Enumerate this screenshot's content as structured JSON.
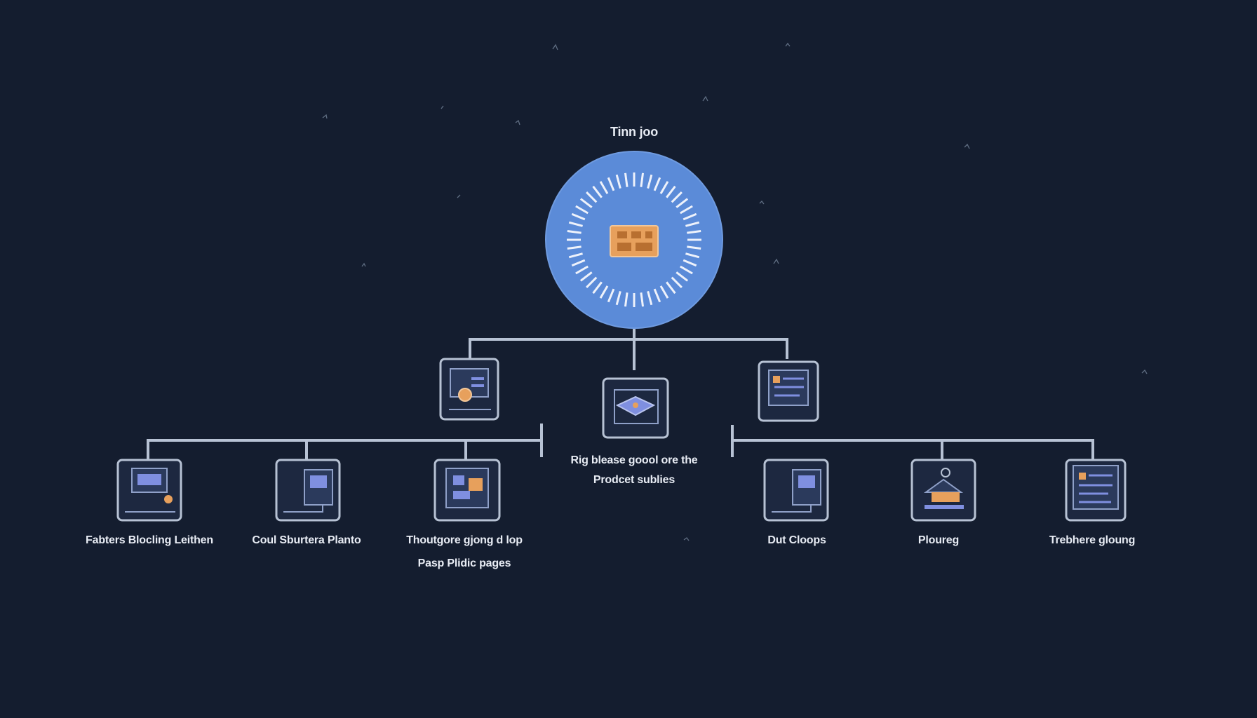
{
  "root": {
    "title": "Tinn joo",
    "icon": "gear-chip-icon"
  },
  "center": {
    "line1": "Rig blease goool ore the",
    "line2": "Prodcet sublies",
    "icon": "laptop-icon"
  },
  "mid_left": {
    "icon": "database-gear-icon"
  },
  "mid_right": {
    "icon": "document-chart-icon"
  },
  "leaves": [
    {
      "label": "Fabters Blocling Leithen",
      "icon": "laptop-screen-icon"
    },
    {
      "label": "Coul Sburtera Planto",
      "icon": "computer-monitor-icon"
    },
    {
      "label": "Thoutgore gjong d lop",
      "label2": "Pasp Plidic pages",
      "icon": "circuit-board-icon"
    },
    {
      "label": "Dut Cloops",
      "icon": "computer-monitor-icon"
    },
    {
      "label": "Ploureg",
      "icon": "toolbox-icon"
    },
    {
      "label": "Trebhere gloung",
      "icon": "document-list-icon"
    }
  ],
  "colors": {
    "background": "#141d2f",
    "line": "#b7c2d4",
    "root_fill": "#5b8bd8",
    "accent": "#e7a05c",
    "icon_inner": "#7f8fe0"
  }
}
